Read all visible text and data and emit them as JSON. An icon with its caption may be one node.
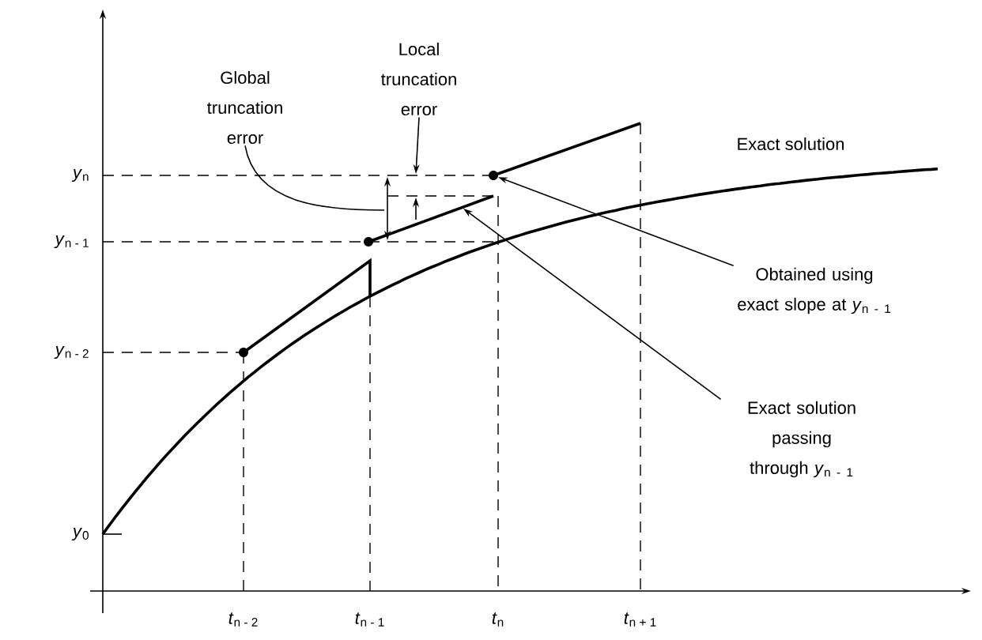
{
  "diagram": {
    "nodes": [
      {
        "text": [
          "Global truncation error"
        ]
      },
      {
        "text": [
          "Local truncation error"
        ]
      },
      {
        "text": [
          "Obtained using exact slope at *y*$_{n - 1}$"
        ]
      },
      {
        "text": [
          "Exact solution passing through *y*$_{n - 1}$"
        ]
      },
      {
        "text": [],
        "shape": "circle"
      }
    ],
    "edges": [
      {
        "from": 0,
        "to": null,
        "arrow": "none"
      },
      {
        "from": 1,
        "to": null,
        "arrow": "to"
      },
      {
        "from": 2,
        "to": 4,
        "arrow": "to"
      },
      {
        "from": 3,
        "to": null,
        "arrow": "to"
      }
    ],
    "labels": [
      "Exact solution",
      "*y*$_{n}$",
      "*y*$_{n - 1}$",
      "*y*$_{n - 2}$",
      "*y*$_{0}$",
      "*t*$_{n - 2}$",
      "*t*$_{n - 1}$",
      "*t*$_{n}$",
      "*t*$_{n + 1}$"
    ]
  }
}
